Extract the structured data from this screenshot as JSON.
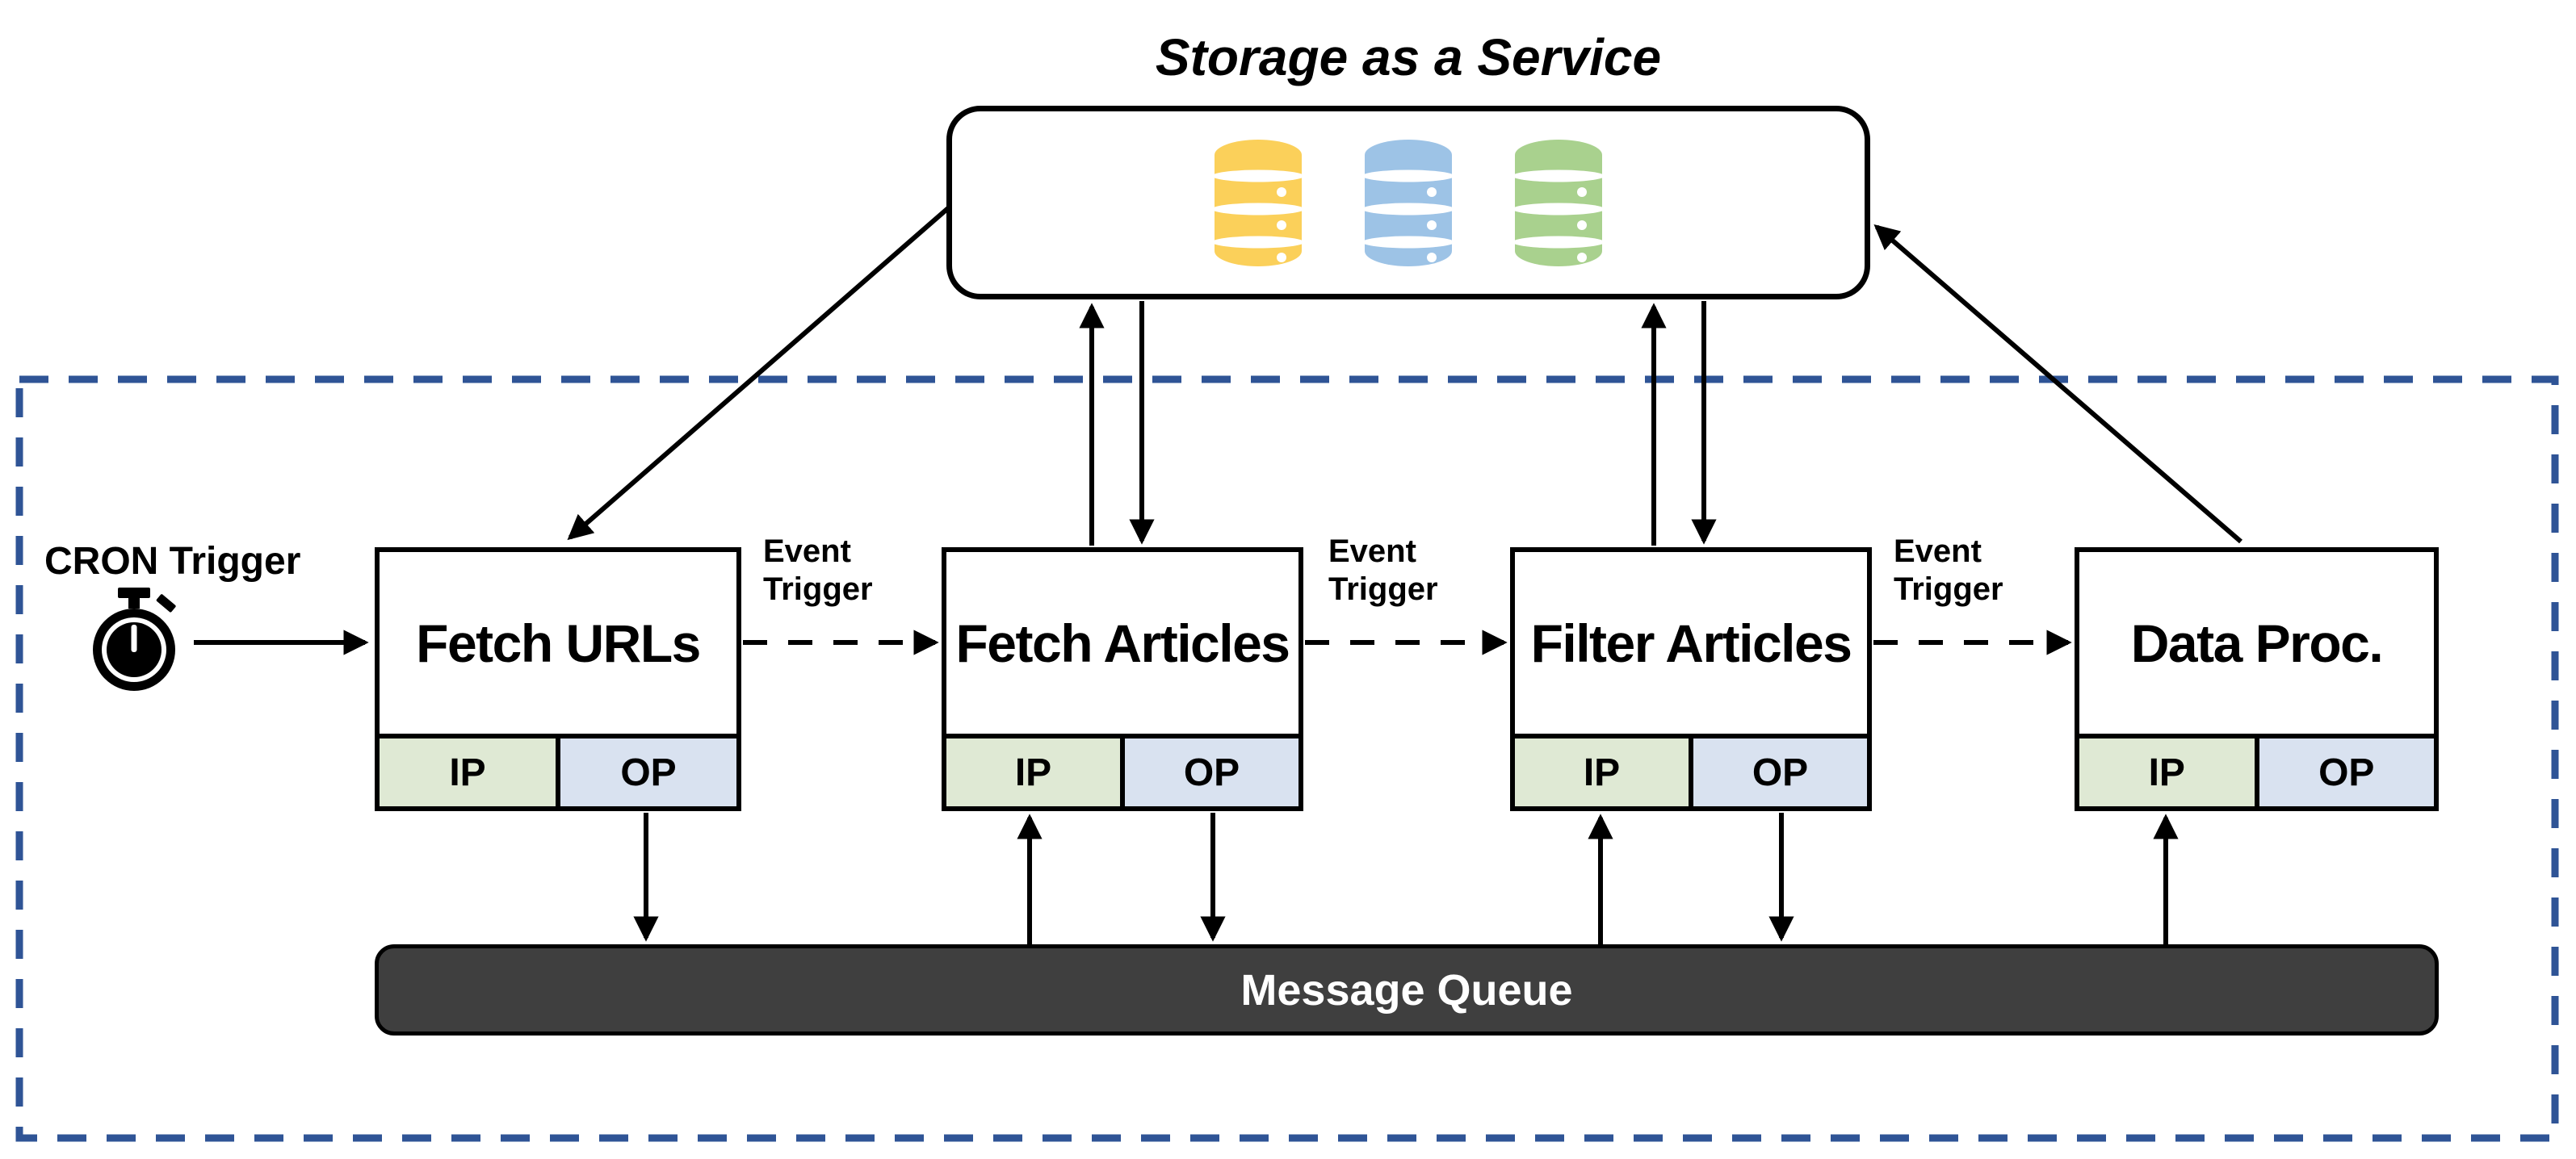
{
  "title": "Storage as a Service",
  "storage": {
    "databases": [
      {
        "name": "database-yellow",
        "color": "#FBD05A"
      },
      {
        "name": "database-blue",
        "color": "#9DC3E6"
      },
      {
        "name": "database-green",
        "color": "#A9D18E"
      }
    ]
  },
  "cron": {
    "label": "CRON Trigger"
  },
  "labels": {
    "event_trigger": "Event\nTrigger"
  },
  "services": [
    {
      "label": "Fetch URLs",
      "input_label": "IP",
      "output_label": "OP"
    },
    {
      "label": "Fetch Articles",
      "input_label": "IP",
      "output_label": "OP"
    },
    {
      "label": "Filter Articles",
      "input_label": "IP",
      "output_label": "OP"
    },
    {
      "label": "Data Proc.",
      "input_label": "IP",
      "output_label": "OP"
    }
  ],
  "message_queue": {
    "label": "Message Queue"
  },
  "colors": {
    "input_port_bg": "#DFE9D4",
    "output_port_bg": "#D9E2F0",
    "queue_bg": "#3F3F3F",
    "boundary_dashed_blue": "#2F5496",
    "line_black": "#000000"
  },
  "connections": [
    {
      "from": "cron-trigger",
      "to": "fetch-urls",
      "style": "solid"
    },
    {
      "from": "storage",
      "to": "fetch-urls",
      "style": "solid"
    },
    {
      "from": "fetch-articles",
      "to": "storage",
      "style": "solid"
    },
    {
      "from": "storage",
      "to": "fetch-articles",
      "style": "solid"
    },
    {
      "from": "filter-articles",
      "to": "storage",
      "style": "solid"
    },
    {
      "from": "storage",
      "to": "filter-articles",
      "style": "solid"
    },
    {
      "from": "data-proc",
      "to": "storage",
      "style": "solid"
    },
    {
      "from": "fetch-urls",
      "to": "fetch-articles",
      "style": "dashed",
      "label": "Event Trigger"
    },
    {
      "from": "fetch-articles",
      "to": "filter-articles",
      "style": "dashed",
      "label": "Event Trigger"
    },
    {
      "from": "filter-articles",
      "to": "data-proc",
      "style": "dashed",
      "label": "Event Trigger"
    },
    {
      "from": "fetch-urls-op",
      "to": "message-queue",
      "style": "solid"
    },
    {
      "from": "message-queue",
      "to": "fetch-articles-ip",
      "style": "solid"
    },
    {
      "from": "fetch-articles-op",
      "to": "message-queue",
      "style": "solid"
    },
    {
      "from": "message-queue",
      "to": "filter-articles-ip",
      "style": "solid"
    },
    {
      "from": "filter-articles-op",
      "to": "message-queue",
      "style": "solid"
    },
    {
      "from": "message-queue",
      "to": "data-proc-ip",
      "style": "solid"
    }
  ]
}
